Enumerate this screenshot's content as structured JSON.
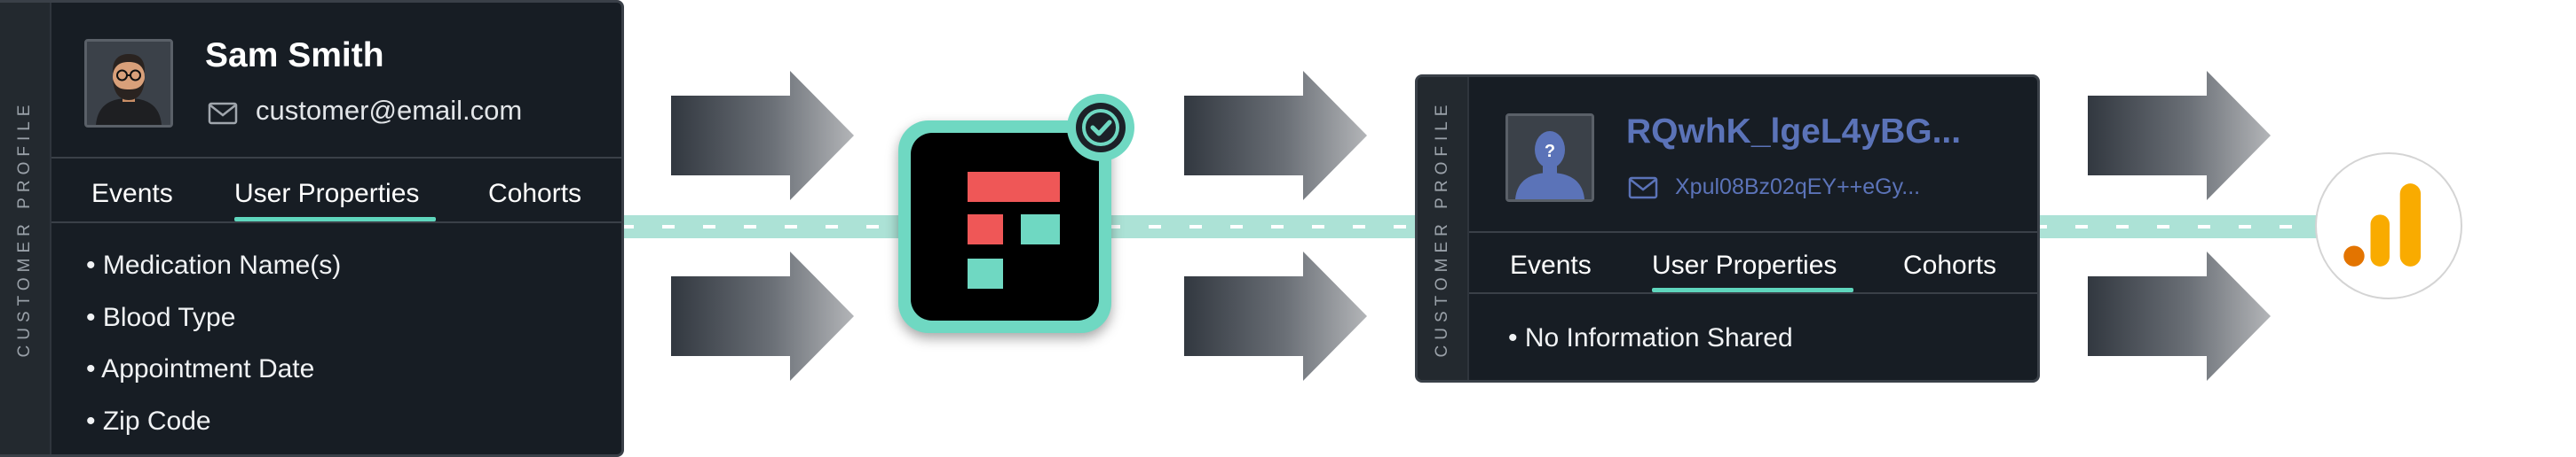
{
  "left_profile": {
    "side_label": "CUSTOMER PROFILE",
    "name": "Sam Smith",
    "email": "customer@email.com",
    "tabs": [
      "Events",
      "User Properties",
      "Cohorts"
    ],
    "active_tab": "User Properties",
    "items": [
      "• Medication Name(s)",
      "• Blood Type",
      "• Appointment Date",
      "• Zip Code"
    ]
  },
  "right_profile": {
    "side_label": "CUSTOMER PROFILE",
    "name": "RQwhK_lgeL4yBG...",
    "email": "Xpul08Bz02qEY++eGy...",
    "tabs": [
      "Events",
      "User Properties",
      "Cohorts"
    ],
    "active_tab": "User Properties",
    "items": [
      "• No Information Shared"
    ]
  },
  "colors": {
    "card_bg": "#171d24",
    "accent_teal": "#5fd6bd",
    "track": "#ace2d6",
    "hashed_text": "#5b73b8",
    "red_block": "#ef5757",
    "analytics_orange": "#f9ab00",
    "analytics_dark_orange": "#e37400"
  },
  "icons": {
    "app": "app-logo-icon",
    "verified": "check-badge-icon",
    "analytics": "analytics-logo-icon",
    "mail": "mail-icon"
  }
}
